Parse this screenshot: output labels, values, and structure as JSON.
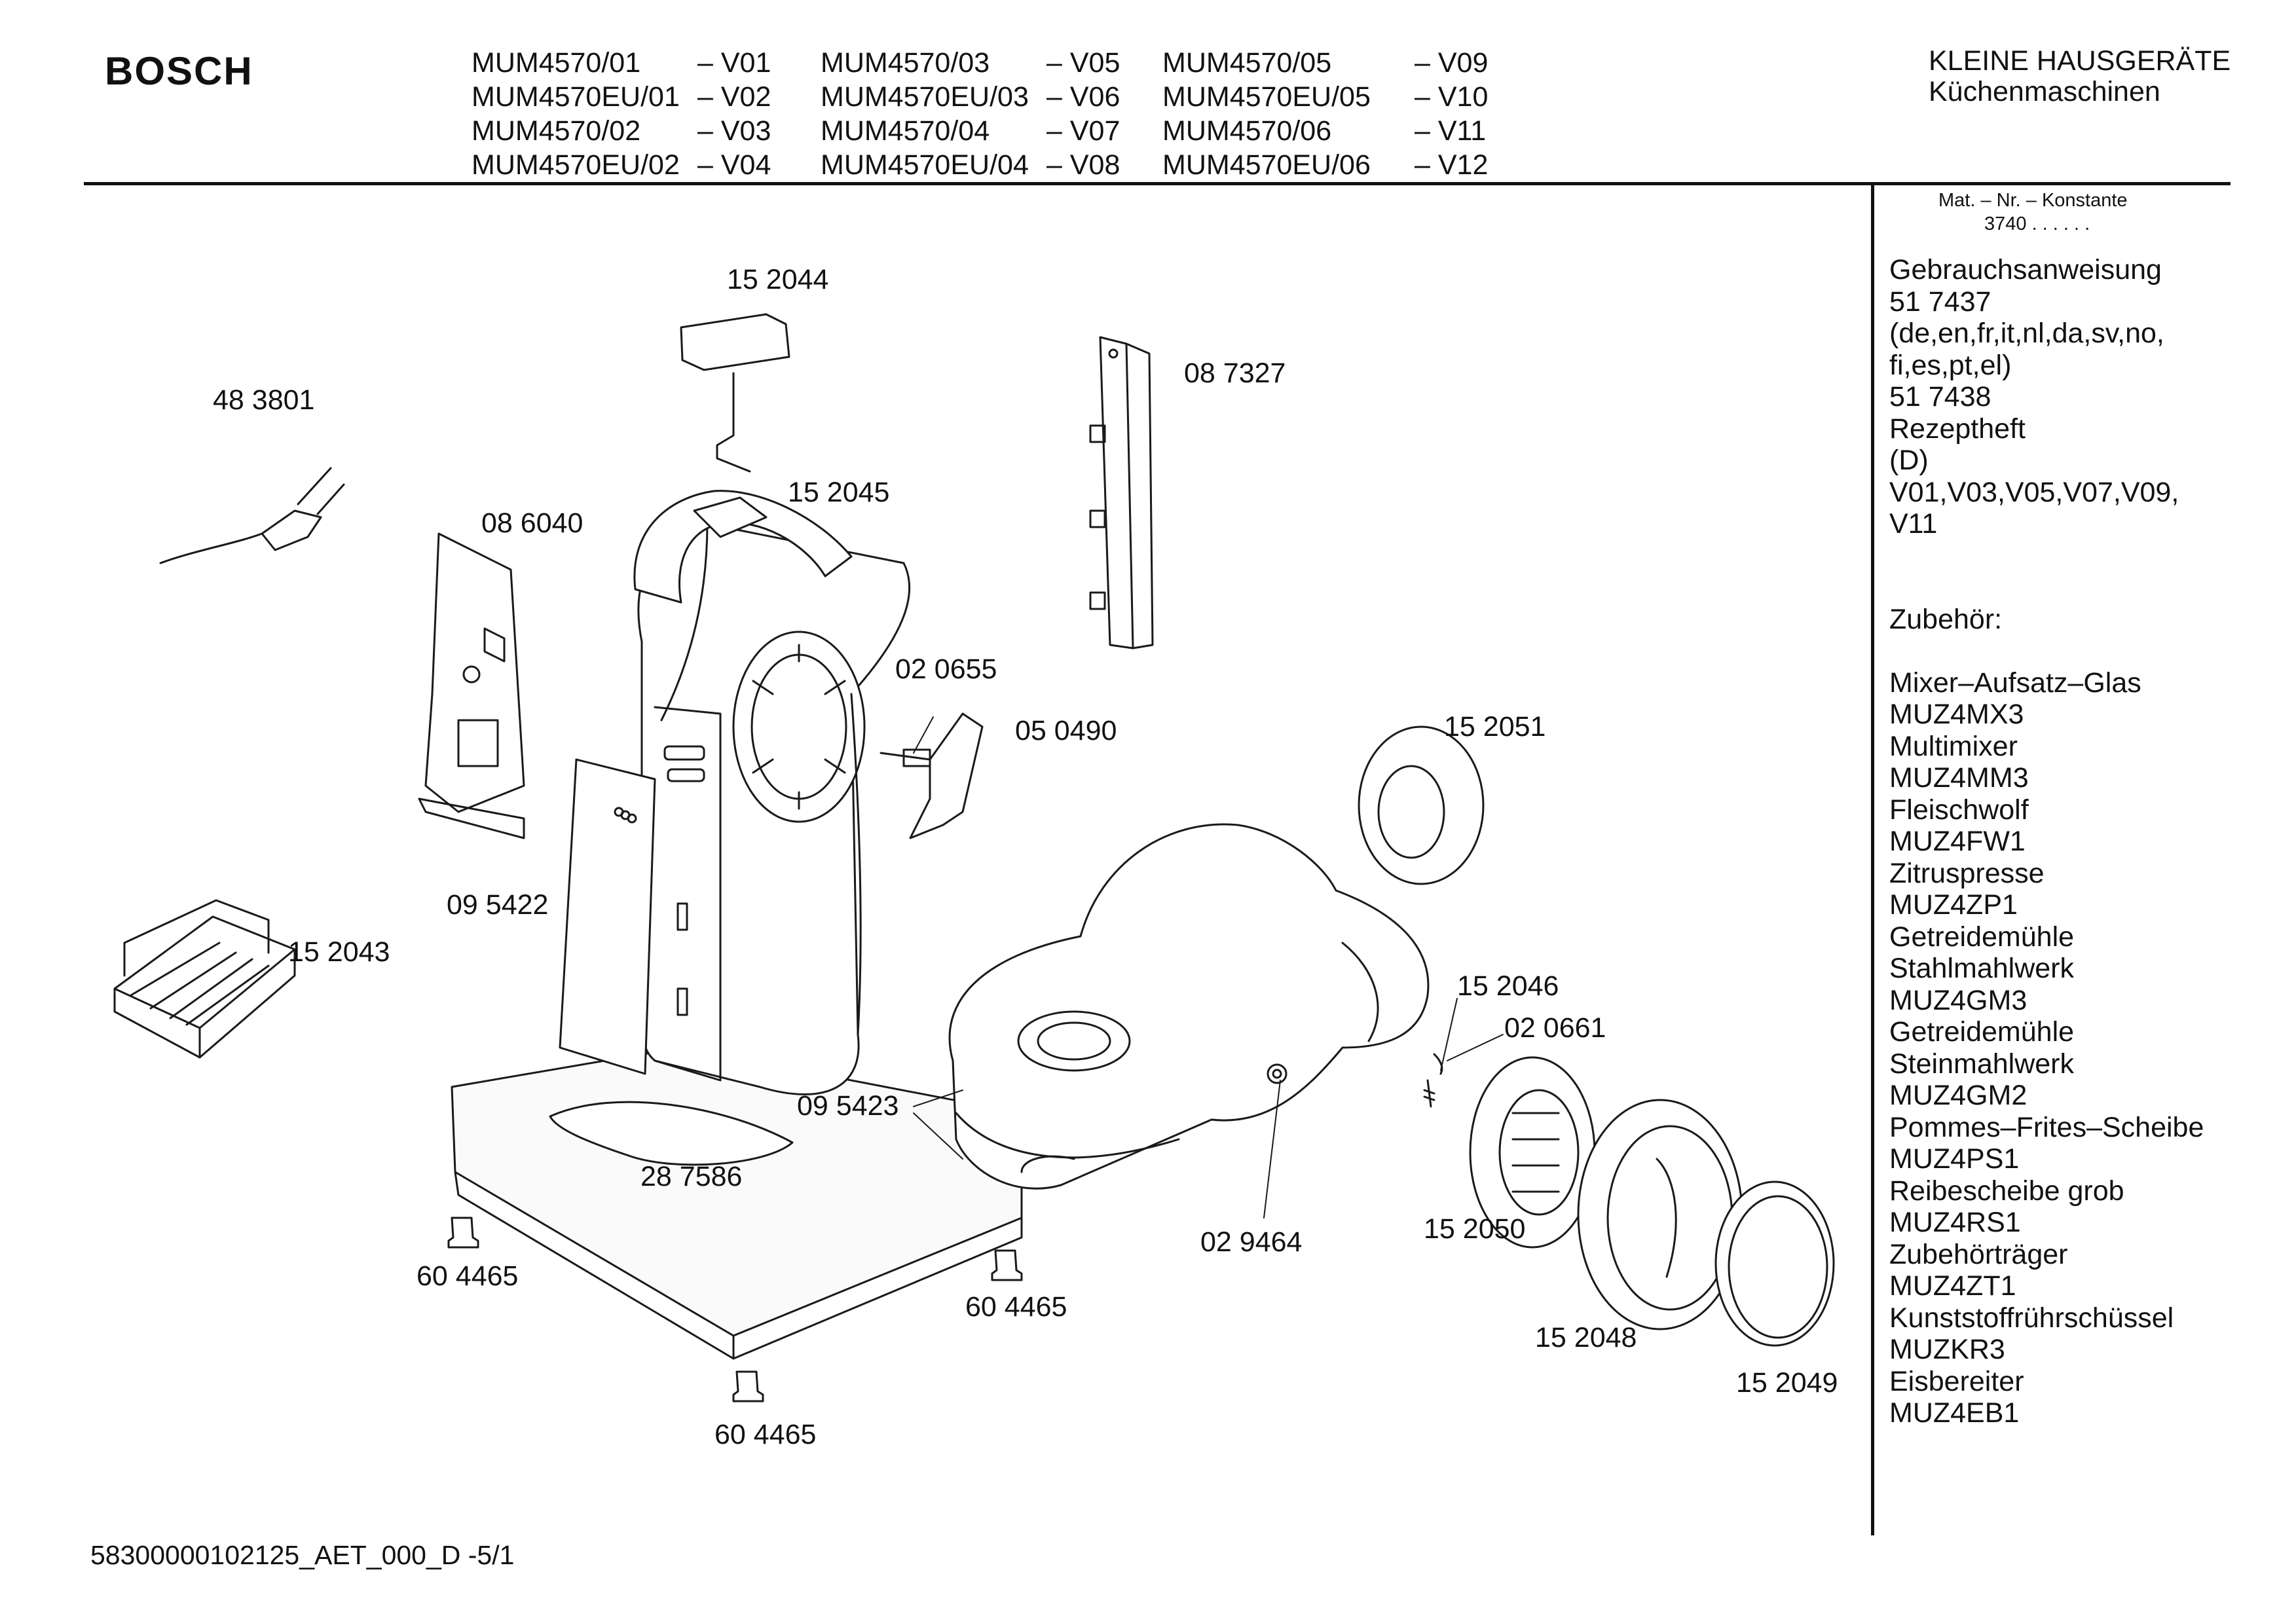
{
  "header": {
    "brand": "BOSCH",
    "models": [
      [
        {
          "model": "MUM4570/01",
          "variant": "– V01"
        },
        {
          "model": "MUM4570EU/01",
          "variant": "– V02"
        },
        {
          "model": "MUM4570/02",
          "variant": "– V03"
        },
        {
          "model": "MUM4570EU/02",
          "variant": "– V04"
        }
      ],
      [
        {
          "model": "MUM4570/03",
          "variant": "– V05"
        },
        {
          "model": "MUM4570EU/03",
          "variant": "– V06"
        },
        {
          "model": "MUM4570/04",
          "variant": "– V07"
        },
        {
          "model": "MUM4570EU/04",
          "variant": "– V08"
        }
      ],
      [
        {
          "model": "MUM4570/05",
          "variant": "– V09"
        },
        {
          "model": "MUM4570EU/05",
          "variant": "– V10"
        },
        {
          "model": "MUM4570/06",
          "variant": "– V11"
        },
        {
          "model": "MUM4570EU/06",
          "variant": "– V12"
        }
      ]
    ],
    "category_line1": "KLEINE HAUSGERÄTE",
    "category_line2": "Küchenmaschinen"
  },
  "mat": {
    "label": "Mat. – Nr. – Konstante",
    "value": "3740 .  .  .  .  .  ."
  },
  "side_lines": [
    "Gebrauchsanweisung",
    "51 7437",
    "(de,en,fr,it,nl,da,sv,no,",
    "fi,es,pt,el)",
    "51 7438",
    "Rezeptheft",
    "(D)",
    "V01,V03,V05,V07,V09,",
    "V11",
    "",
    "",
    "Zubehör:",
    "",
    "Mixer–Aufsatz–Glas",
    "MUZ4MX3",
    "Multimixer",
    "MUZ4MM3",
    "Fleischwolf",
    "MUZ4FW1",
    "Zitruspresse",
    "MUZ4ZP1",
    "Getreidemühle",
    "Stahlmahlwerk",
    "MUZ4GM3",
    "Getreidemühle",
    "Steinmahlwerk",
    "MUZ4GM2",
    "Pommes–Frites–Scheibe",
    "MUZ4PS1",
    "Reibescheibe grob",
    "MUZ4RS1",
    "Zubehörträger",
    "MUZ4ZT1",
    "Kunststoffrührschüssel",
    "MUZKR3",
    "Eisbereiter",
    "MUZ4EB1"
  ],
  "callouts": {
    "p152044": "15 2044",
    "p483801": "48 3801",
    "p087327": "08 7327",
    "p152045": "15 2045",
    "p086040": "08 6040",
    "p020655": "02 0655",
    "p050490": "05 0490",
    "p152051": "15 2051",
    "p095422": "09 5422",
    "p152043": "15 2043",
    "p152046": "15 2046",
    "p020661": "02 0661",
    "p095423": "09 5423",
    "p287586": "28 7586",
    "p029464": "02 9464",
    "p152050": "15 2050",
    "p604465a": "60 4465",
    "p604465b": "60 4465",
    "p604465c": "60 4465",
    "p152048": "15 2048",
    "p152049": "15 2049"
  },
  "footer": {
    "doc_id": "58300000102125_AET_000_D   -5/1"
  }
}
